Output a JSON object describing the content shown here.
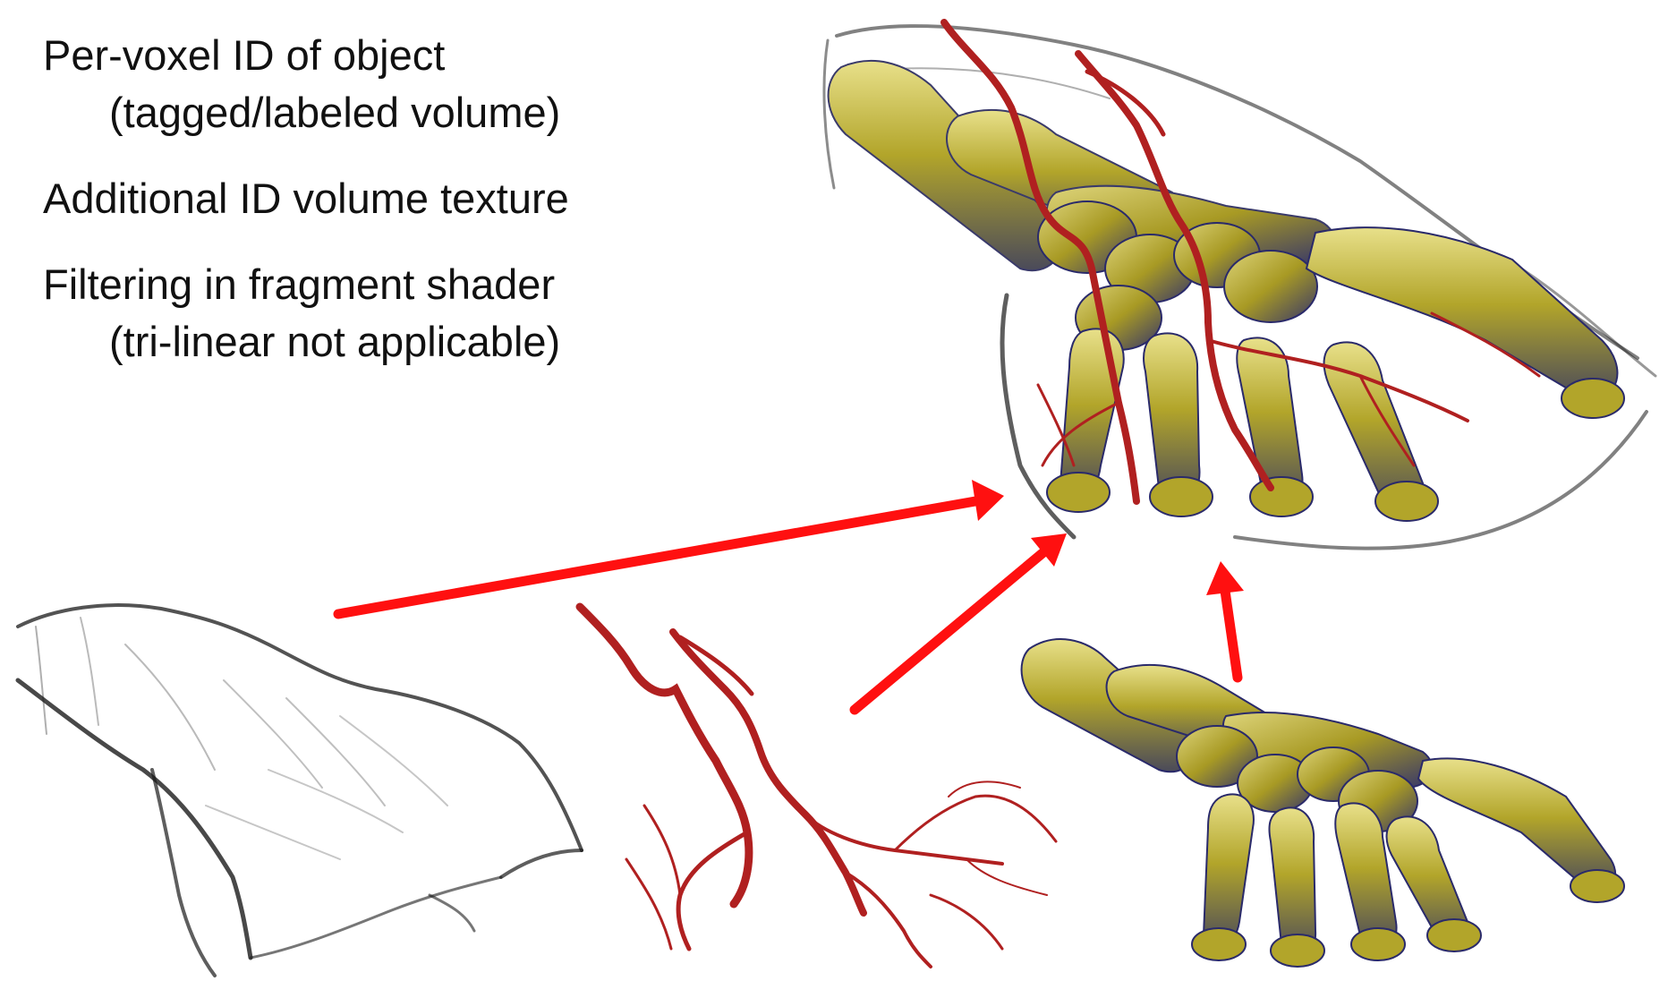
{
  "bullets": [
    {
      "text": "Per-voxel ID of object",
      "sub": "(tagged/labeled volume)"
    },
    {
      "text": "Additional ID volume texture",
      "sub": ""
    },
    {
      "text": "Filtering in fragment shader",
      "sub": "(tri-linear not applicable)"
    }
  ],
  "colors": {
    "arrow": "#ff1010",
    "bone": "#b2a52a",
    "bone_shadow": "#2a2a8a",
    "vessel": "#b02020",
    "skin_outline": "#1a1a1a"
  },
  "images": {
    "composite": "combined-hand-render-icon",
    "skin": "skin-volume-icon",
    "vessels": "vessel-volume-icon",
    "bones": "bone-volume-icon"
  }
}
